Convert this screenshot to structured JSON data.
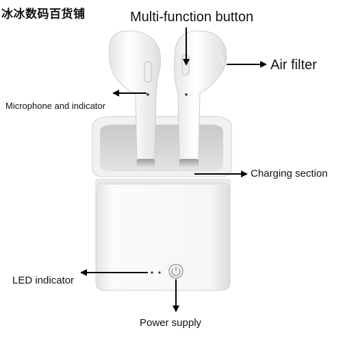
{
  "store_name": "冰冰数码百货铺",
  "labels": {
    "multi_function_button": "Multi-function button",
    "air_filter": "Air filter",
    "microphone_and_indicator": "Microphone and indicator",
    "charging_section": "Charging section",
    "led_indicator": "LED indicator",
    "power_supply": "Power supply"
  },
  "colors": {
    "product": "#ffffff",
    "product_shade": "#d9d9d9",
    "case_interior": "#d6d6d6",
    "arrow": "#000000"
  }
}
